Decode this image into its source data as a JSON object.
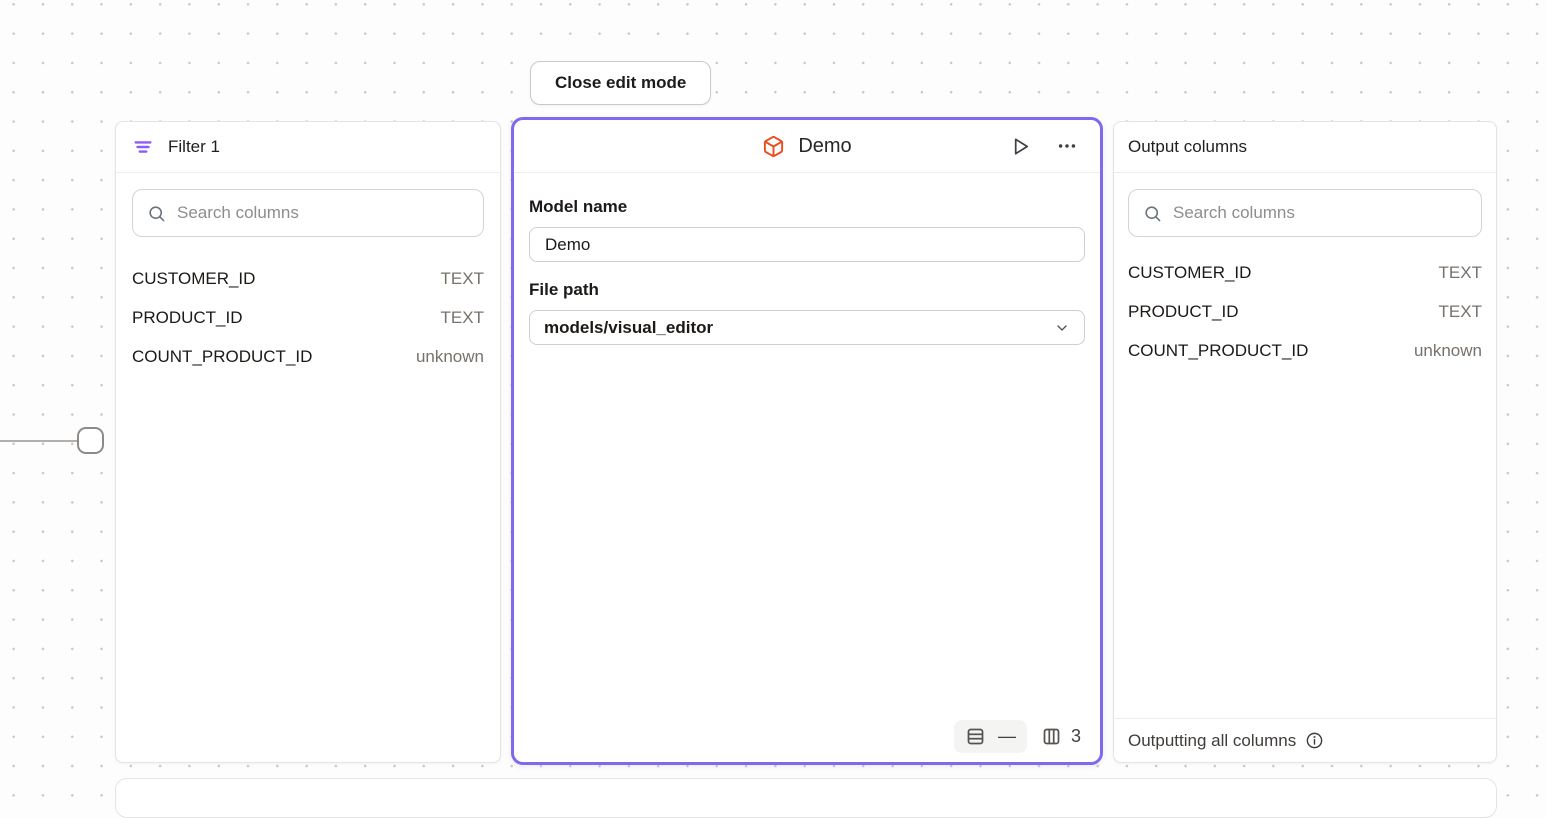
{
  "toolbar": {
    "close_edit_label": "Close edit mode"
  },
  "filter_panel": {
    "title": "Filter 1",
    "search_placeholder": "Search columns",
    "columns": [
      {
        "name": "CUSTOMER_ID",
        "type": "TEXT"
      },
      {
        "name": "PRODUCT_ID",
        "type": "TEXT"
      },
      {
        "name": "COUNT_PRODUCT_ID",
        "type": "unknown"
      }
    ]
  },
  "model_panel": {
    "title": "Demo",
    "model_name_label": "Model name",
    "model_name_value": "Demo",
    "file_path_label": "File path",
    "file_path_value": "models/visual_editor",
    "row_count": "—",
    "column_count": "3"
  },
  "output_panel": {
    "title": "Output columns",
    "search_placeholder": "Search columns",
    "columns": [
      {
        "name": "CUSTOMER_ID",
        "type": "TEXT"
      },
      {
        "name": "PRODUCT_ID",
        "type": "TEXT"
      },
      {
        "name": "COUNT_PRODUCT_ID",
        "type": "unknown"
      }
    ],
    "footer_text": "Outputting all columns"
  },
  "icons": {
    "filter": "filter-lines-icon",
    "cube": "model-cube-icon",
    "play": "run-model-icon",
    "ellipsis": "more-options-icon",
    "search": "search-icon",
    "chevron": "chevron-down-icon",
    "rows": "row-count-icon",
    "columns": "column-count-icon",
    "info": "info-icon"
  },
  "colors": {
    "accent_purple": "#7d6bec",
    "filter_icon_purple": "#8b5cf6",
    "cube_orange": "#ea4e1d",
    "text_dark": "#1c1917",
    "text_muted": "#78716c"
  }
}
